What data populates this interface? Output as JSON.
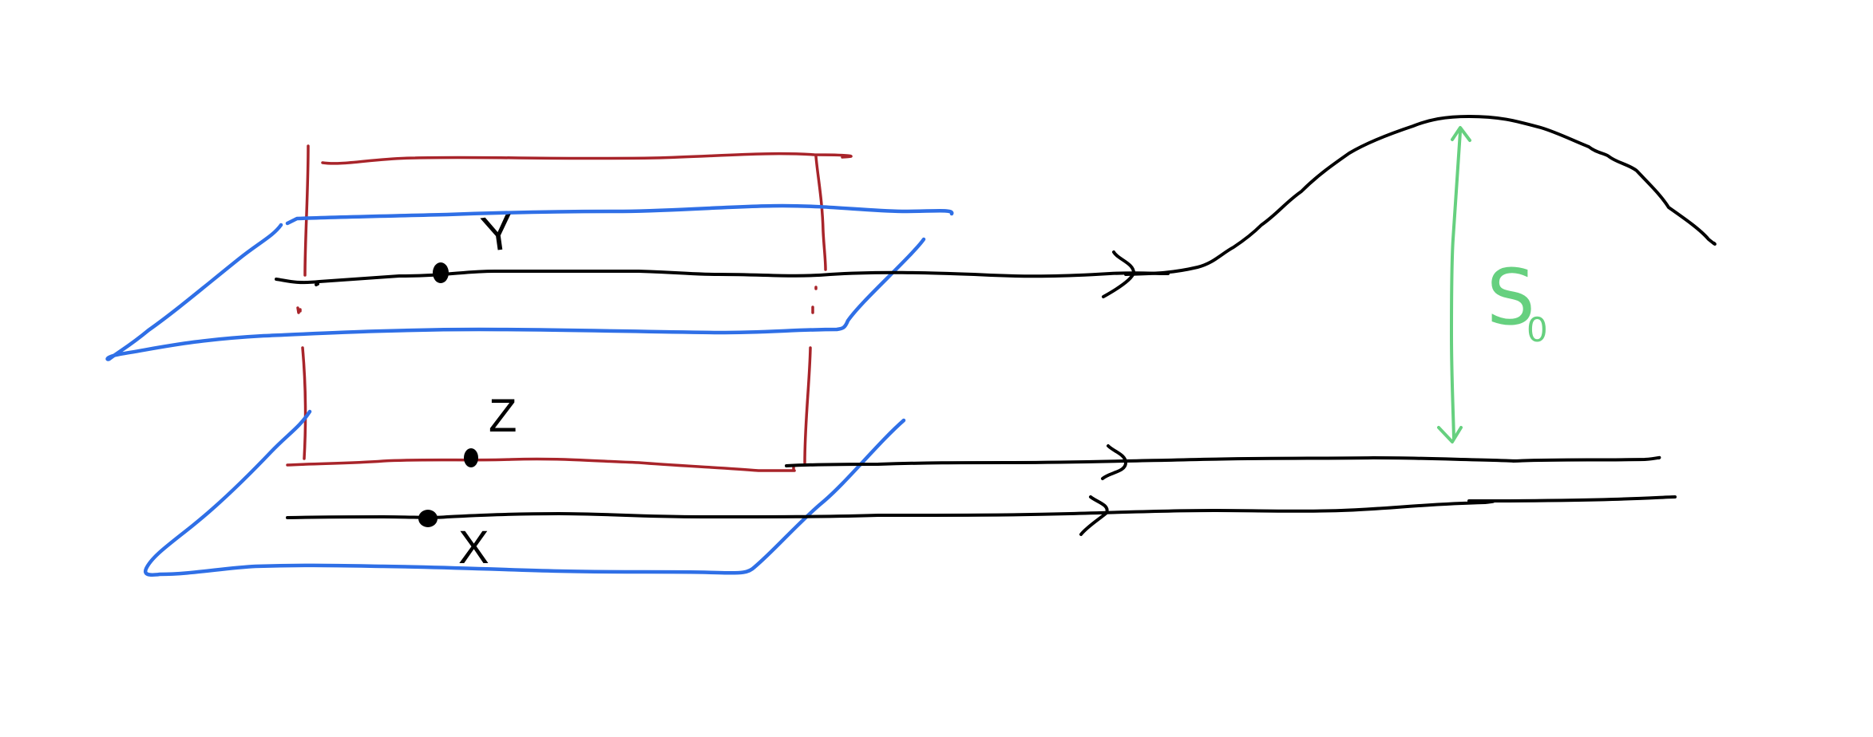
{
  "diagram": {
    "labels": {
      "y": "Y",
      "z": "Z",
      "x": "X",
      "s0_main": "S",
      "s0_sub": "0"
    },
    "colors": {
      "black": "#000000",
      "blue": "#2f6fe6",
      "red": "#a8242a",
      "green": "#66d07f",
      "background": "#ffffff"
    }
  }
}
